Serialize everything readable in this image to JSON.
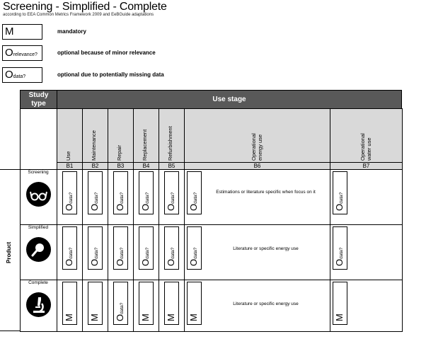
{
  "header": {
    "title": "Screening - Simplified - Complete",
    "subtitle": "according to EEA Common Metrics Framework 2009 and EeBGuide adaptations"
  },
  "legend": [
    {
      "symbol": "M",
      "sub": "",
      "text": "mandatory"
    },
    {
      "symbol": "O",
      "sub": "relevance?",
      "text": "optional because of minor relevance"
    },
    {
      "symbol": "O",
      "sub": "data?",
      "text": "optional due to potentially missing data"
    }
  ],
  "table": {
    "study_type": "Study type",
    "use_stage": "Use stage",
    "product": "Product",
    "columns": [
      {
        "label": "Use",
        "code": "B1"
      },
      {
        "label": "Maintenance",
        "code": "B2"
      },
      {
        "label": "Repair",
        "code": "B3"
      },
      {
        "label": "Replacement",
        "code": "B4"
      },
      {
        "label": "Refurbishment",
        "code": "B5"
      },
      {
        "label": "Operational energy use",
        "code": "B6"
      },
      {
        "label": "Operational water use",
        "code": "B7"
      }
    ],
    "rows": [
      {
        "level": "Screening",
        "icon": "glasses-icon",
        "cells": [
          {
            "symbol": "O",
            "sub": "data?"
          },
          {
            "symbol": "O",
            "sub": "data?"
          },
          {
            "symbol": "O",
            "sub": "data?"
          },
          {
            "symbol": "O",
            "sub": "data?"
          },
          {
            "symbol": "O",
            "sub": "data?"
          },
          {
            "symbol": "O",
            "sub": "data?"
          },
          {
            "symbol": "O",
            "sub": "data?"
          }
        ],
        "b6_note": "Estimations or literature specific when focus on it"
      },
      {
        "level": "Simplified",
        "icon": "magnifier-icon",
        "cells": [
          {
            "symbol": "O",
            "sub": "data?"
          },
          {
            "symbol": "O",
            "sub": "data?"
          },
          {
            "symbol": "O",
            "sub": "data?"
          },
          {
            "symbol": "O",
            "sub": "data?"
          },
          {
            "symbol": "O",
            "sub": "data?"
          },
          {
            "symbol": "O",
            "sub": "data?"
          },
          {
            "symbol": "O",
            "sub": "data?"
          }
        ],
        "b6_note": "Literature or specific energy use"
      },
      {
        "level": "Complete",
        "icon": "microscope-icon",
        "cells": [
          {
            "symbol": "M",
            "sub": ""
          },
          {
            "symbol": "M",
            "sub": ""
          },
          {
            "symbol": "O",
            "sub": "data?"
          },
          {
            "symbol": "M",
            "sub": ""
          },
          {
            "symbol": "M",
            "sub": ""
          },
          {
            "symbol": "M",
            "sub": ""
          },
          {
            "symbol": "M",
            "sub": ""
          }
        ],
        "b6_note": "Literature or specific energy use"
      }
    ]
  }
}
